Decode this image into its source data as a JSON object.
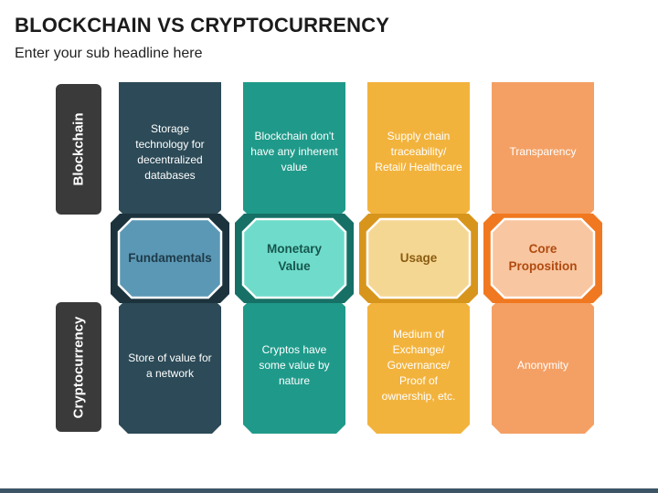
{
  "title": "BLOCKCHAIN VS CRYPTOCURRENCY",
  "subtitle": "Enter your sub headline here",
  "row_labels": {
    "top": "Blockchain",
    "bottom": "Cryptocurrency"
  },
  "columns": [
    {
      "center": "Fundamentals",
      "blockchain": "Storage technology for decentralized databases",
      "cryptocurrency": "Store of value for a network",
      "colors": {
        "main": "#2c4a57",
        "dark": "#1c333d",
        "inner": "#5b98b5",
        "inner_text": "#1e3a48"
      }
    },
    {
      "center": "Monetary Value",
      "blockchain": "Blockchain don't have any inherent value",
      "cryptocurrency": "Cryptos have some value by nature",
      "colors": {
        "main": "#1f9a8a",
        "dark": "#167066",
        "inner": "#6fdccb",
        "inner_text": "#16564e"
      }
    },
    {
      "center": "Usage",
      "blockchain": "Supply chain traceability/ Retail/ Healthcare",
      "cryptocurrency": "Medium of Exchange/ Governance/ Proof of ownership, etc.",
      "colors": {
        "main": "#f2b33d",
        "dark": "#d8951c",
        "inner": "#f5d794",
        "inner_text": "#8a5c10"
      }
    },
    {
      "center": "Core Proposition",
      "blockchain": "Transparency",
      "cryptocurrency": "Anonymity",
      "colors": {
        "main": "#f4a064",
        "dark": "#f07820",
        "inner": "#f8c6a0",
        "inner_text": "#b04a10"
      }
    }
  ]
}
